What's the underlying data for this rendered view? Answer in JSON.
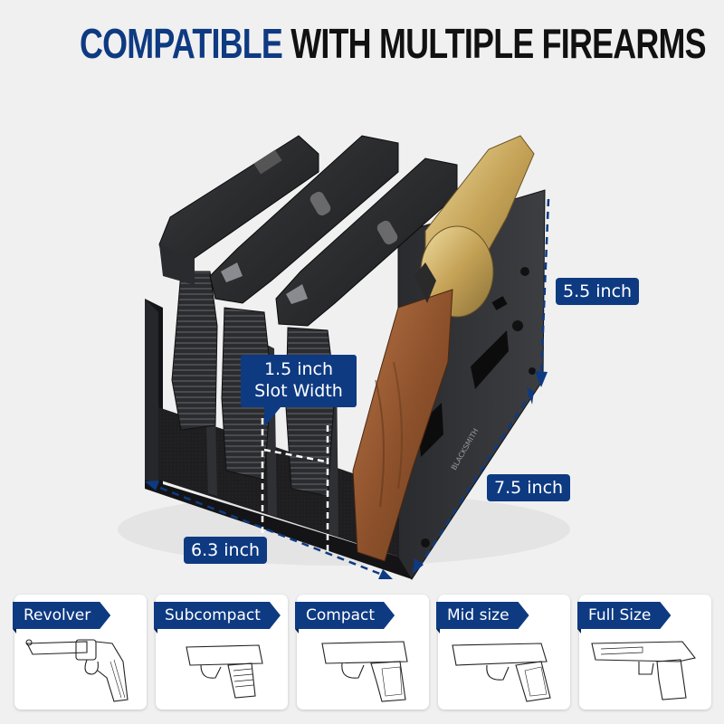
{
  "title": {
    "accent": "COMPATIBLE",
    "rest": "WITH MULTIPLE FIREARMS"
  },
  "colors": {
    "brand_blue": "#0e3a82",
    "background": "#f0f0f0",
    "title_black": "#111111",
    "rack_black": "#1c1c1e",
    "wood": "#9a5a32",
    "brass": "#c9a95a"
  },
  "dimensions": {
    "height": "5.5 inch",
    "depth": "7.5 inch",
    "width": "6.3 inch",
    "slot_width_line1": "1.5 inch",
    "slot_width_line2": "Slot Width"
  },
  "product": {
    "brand_mark": "BLACKSMITH",
    "slots": 4,
    "contents": [
      "black pistol with optic-cut slide",
      "black polymer pistol",
      "black polymer pistol",
      "gold revolver with wood grip"
    ]
  },
  "categories": [
    {
      "label": "Revolver",
      "icon": "revolver-sketch"
    },
    {
      "label": "Subcompact",
      "icon": "subcompact-pistol-sketch"
    },
    {
      "label": "Compact",
      "icon": "compact-pistol-sketch"
    },
    {
      "label": "Mid size",
      "icon": "midsize-pistol-sketch"
    },
    {
      "label": "Full Size",
      "icon": "fullsize-pistol-sketch"
    }
  ]
}
